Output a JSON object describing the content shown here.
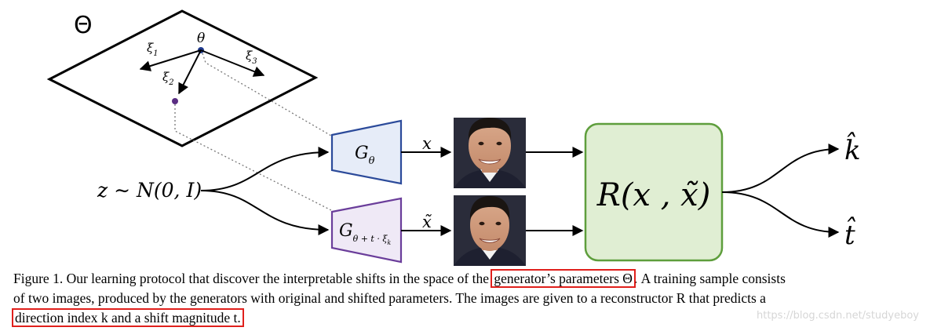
{
  "diagram": {
    "space_label": "Θ",
    "theta_label": "θ",
    "xi1_label": "ξ",
    "xi1_sub": "1",
    "xi2_label": "ξ",
    "xi2_sub": "2",
    "xi3_label": "ξ",
    "xi3_sub": "3",
    "z_label": "z ∼ N(0, I)",
    "gen_top_label": "G",
    "gen_top_sub": "θ",
    "gen_bottom_label": "G",
    "gen_bottom_sub": "θ + t · ξ",
    "gen_bottom_subsub": "k",
    "x_label": "x",
    "x_tilde_label": "x̃",
    "reconstructor_label": "R(x , x̃)",
    "k_hat_label": "k̂",
    "t_hat_label": "t̂",
    "colors": {
      "gen_top_stroke": "#2b4a9a",
      "gen_top_fill": "#e6ecf8",
      "gen_bottom_stroke": "#6a3d9a",
      "gen_bottom_fill": "#efe9f6",
      "reconstructor_stroke": "#5e9e3c",
      "reconstructor_fill": "#e0eed3",
      "highlight_box": "#e0201c"
    }
  },
  "caption": {
    "line1_part1": "Figure 1. Our learning protocol that discover the interpretable shifts in the space of the ",
    "line1_highlight": "generator’s parameters Θ",
    "line1_part2": ". A training sample consists",
    "line2": "of two images, produced by the generators with original and shifted parameters. The images are given to a reconstructor R that predicts a",
    "line3_highlight": "direction index k and a shift magnitude t."
  },
  "watermark": "https://blog.csdn.net/studyeboy"
}
